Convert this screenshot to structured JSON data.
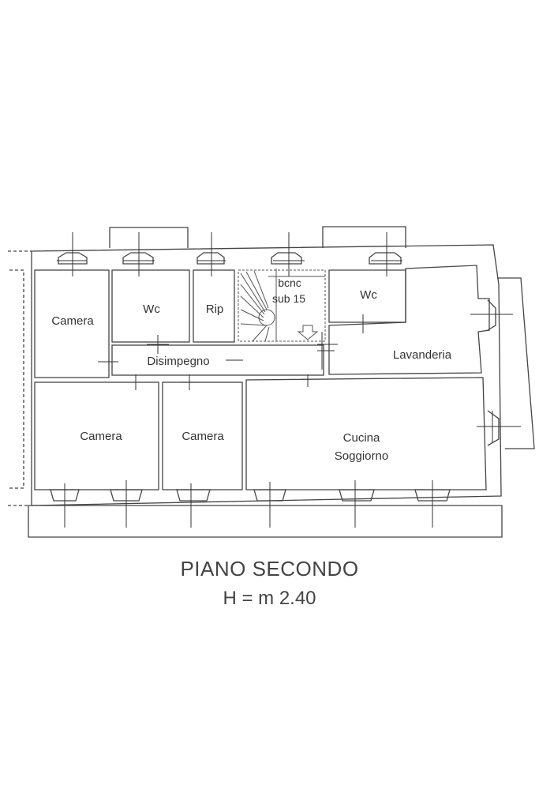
{
  "floor_plan": {
    "rooms": {
      "camera_1": "Camera",
      "wc_1": "Wc",
      "rip": "Rip",
      "bcnc_line1": "bcnc",
      "bcnc_line2": "sub 15",
      "wc_2": "Wc",
      "lavanderia": "Lavanderia",
      "disimpegno": "Disimpegno",
      "camera_2": "Camera",
      "camera_3": "Camera",
      "cucina_line1": "Cucina",
      "cucina_line2": "Soggiorno"
    },
    "title": "PIANO SECONDO",
    "height_label": "H = m 2.40"
  }
}
